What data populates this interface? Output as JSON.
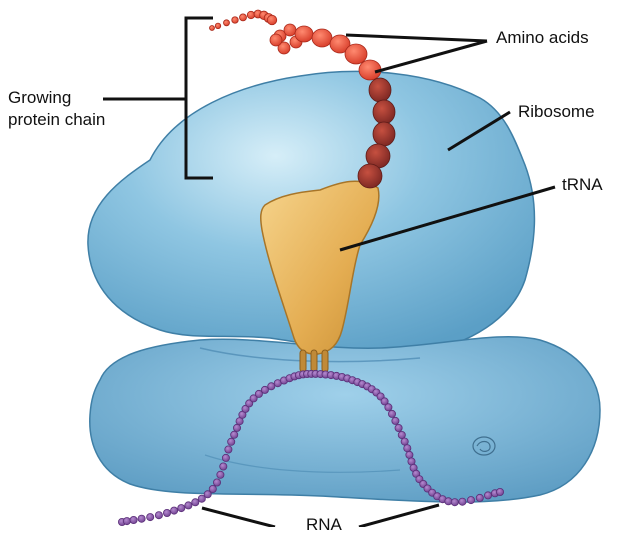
{
  "labels": {
    "growing_protein_chain_line1": "Growing",
    "growing_protein_chain_line2": "protein chain",
    "amino_acids": "Amino acids",
    "ribosome": "Ribosome",
    "trna": "tRNA",
    "rna": "RNA"
  },
  "colors": {
    "ribosome": "#6fb3d6",
    "ribosome_shade": "#4f93bb",
    "trna": "#e6b35a",
    "amino_acid_light": "#e8432f",
    "amino_acid_dark": "#8a2e2a",
    "rna_bead": "#8e5aa6",
    "leader_line": "#111111"
  }
}
